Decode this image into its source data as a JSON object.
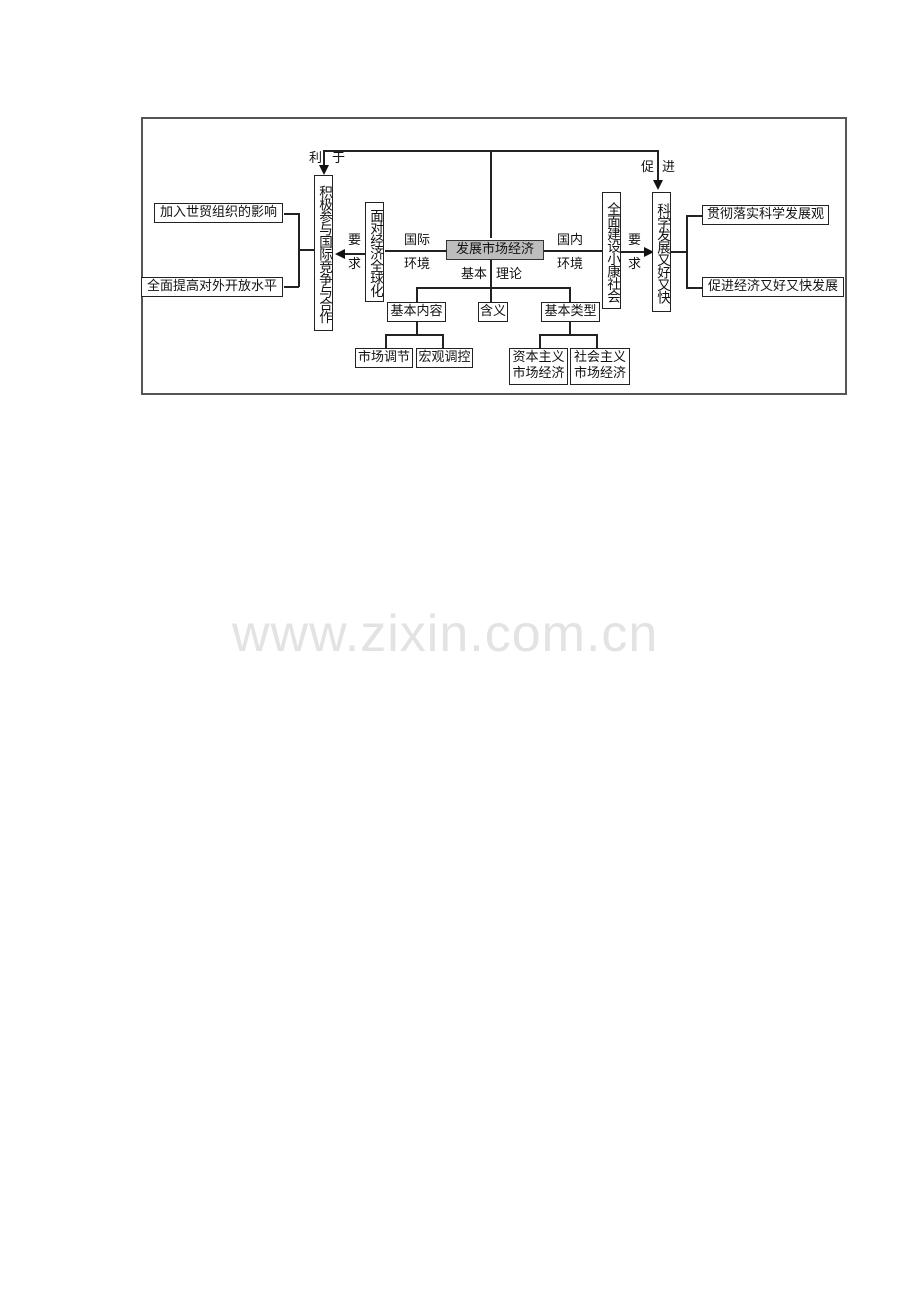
{
  "diagram": {
    "center": "发展市场经济",
    "center_labels": {
      "basic": "基本",
      "theory": "理论"
    },
    "left_env": {
      "line1": "国际",
      "line2": "环境"
    },
    "right_env": {
      "line1": "国内",
      "line2": "环境"
    },
    "left_require": {
      "line1": "要",
      "line2": "求"
    },
    "right_require": {
      "line1": "要",
      "line2": "求"
    },
    "top_left_label": {
      "a": "利",
      "b": "于"
    },
    "top_right_label": {
      "a": "促",
      "b": "进"
    },
    "globalization": "面对经济全球化",
    "participate": "积极参与国际竞争与合作",
    "xiaokang": "全面建设小康社会",
    "sci_dev": "科学发展又好又快",
    "left_outcomes": [
      "加入世贸组织的影响",
      "全面提高对外开放水平"
    ],
    "right_outcomes": [
      "贯彻落实科学发展观",
      "促进经济又好又快发展"
    ],
    "theory_nodes": {
      "content": "基本内容",
      "meaning": "含义",
      "types": "基本类型"
    },
    "content_children": [
      "市场调节",
      "宏观调控"
    ],
    "type_children": [
      {
        "line1": "资本主义",
        "line2": "市场经济"
      },
      {
        "line1": "社会主义",
        "line2": "市场经济"
      }
    ]
  },
  "watermark": "www.zixin.com.cn"
}
